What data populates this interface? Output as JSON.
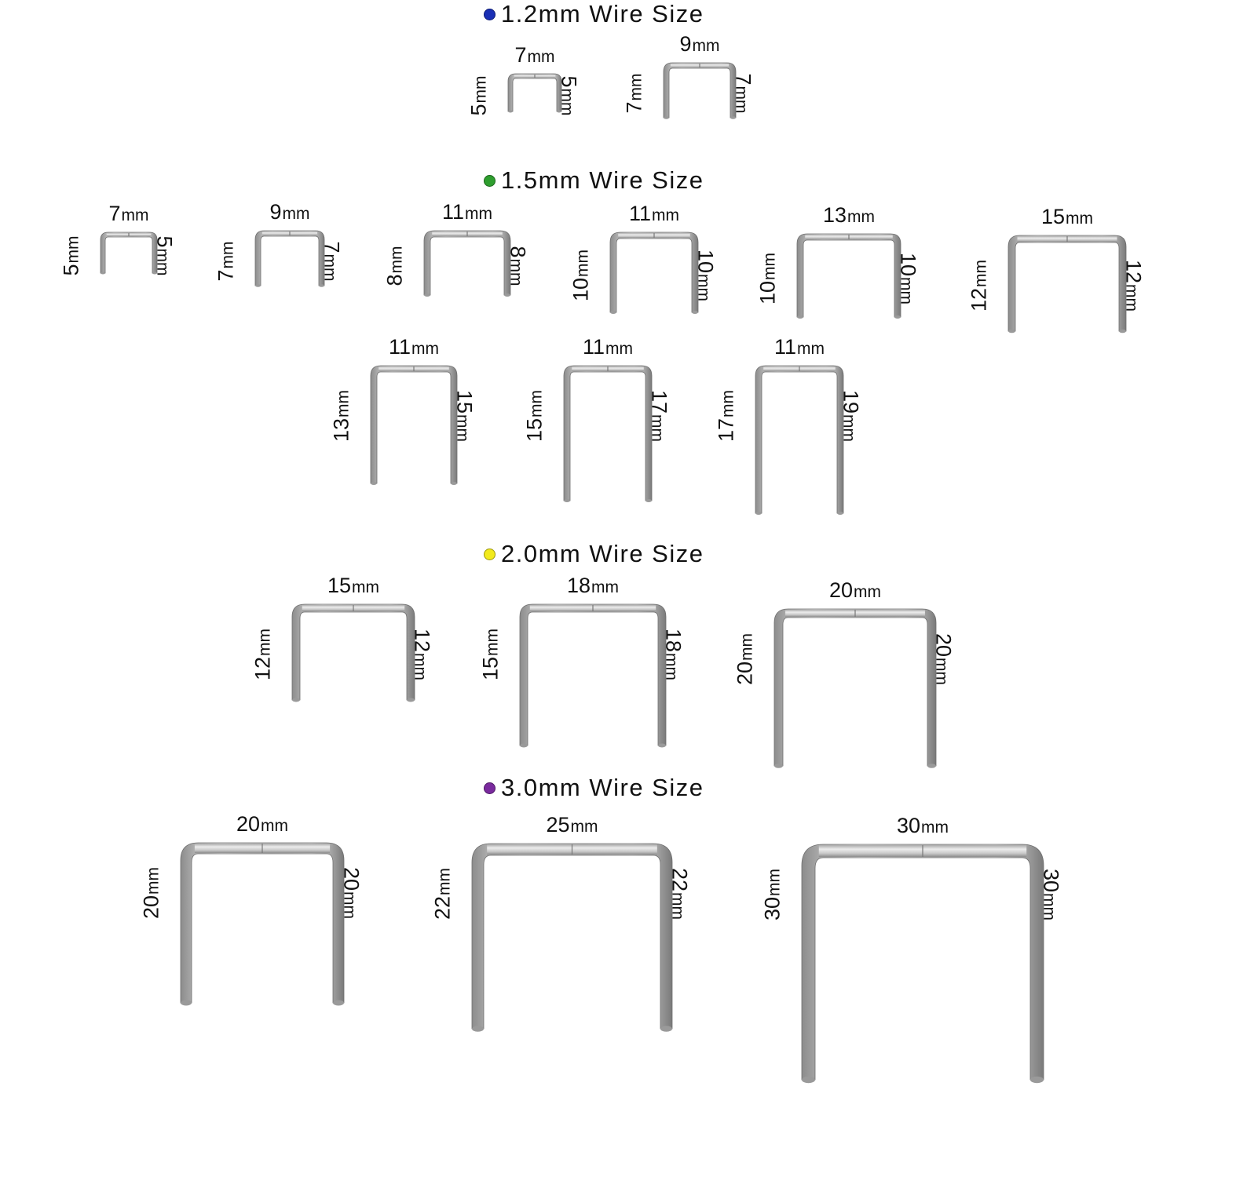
{
  "groups": [
    {
      "title": "1.2mm Wire Size",
      "color": "#1a2fb5",
      "staples": [
        {
          "top": "7",
          "left": "5",
          "right": "5",
          "unit": "mm"
        },
        {
          "top": "9",
          "left": "7",
          "right": "7",
          "unit": "mm"
        }
      ]
    },
    {
      "title": "1.5mm Wire Size",
      "color": "#2e9e2e",
      "staples": [
        {
          "top": "7",
          "left": "5",
          "right": "5",
          "unit": "mm"
        },
        {
          "top": "9",
          "left": "7",
          "right": "7",
          "unit": "mm"
        },
        {
          "top": "11",
          "left": "8",
          "right": "8",
          "unit": "mm"
        },
        {
          "top": "11",
          "left": "10",
          "right": "10",
          "unit": "mm"
        },
        {
          "top": "13",
          "left": "10",
          "right": "10",
          "unit": "mm"
        },
        {
          "top": "15",
          "left": "12",
          "right": "12",
          "unit": "mm"
        },
        {
          "top": "11",
          "left": "13",
          "right": "15",
          "unit": "mm"
        },
        {
          "top": "11",
          "left": "15",
          "right": "17",
          "unit": "mm"
        },
        {
          "top": "11",
          "left": "17",
          "right": "19",
          "unit": "mm"
        }
      ]
    },
    {
      "title": "2.0mm Wire Size",
      "color": "#f2ea1c",
      "staples": [
        {
          "top": "15",
          "left": "12",
          "right": "12",
          "unit": "mm"
        },
        {
          "top": "18",
          "left": "15",
          "right": "18",
          "unit": "mm"
        },
        {
          "top": "20",
          "left": "20",
          "right": "20",
          "unit": "mm"
        }
      ]
    },
    {
      "title": "3.0mm Wire Size",
      "color": "#7a2a9e",
      "staples": [
        {
          "top": "20",
          "left": "20",
          "right": "20",
          "unit": "mm"
        },
        {
          "top": "25",
          "left": "22",
          "right": "22",
          "unit": "mm"
        },
        {
          "top": "30",
          "left": "30",
          "right": "30",
          "unit": "mm"
        }
      ]
    }
  ]
}
